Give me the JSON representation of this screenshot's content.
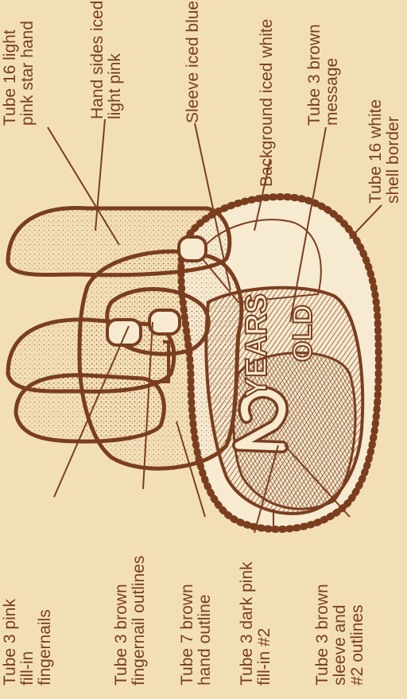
{
  "labels": {
    "tube16_light_pink": [
      "Tube 16 light",
      "pink star hand"
    ],
    "hand_sides": [
      "Hand sides iced",
      "light pink"
    ],
    "sleeve": [
      "Sleeve iced blue"
    ],
    "background": [
      "Background iced white"
    ],
    "tube3_message": [
      "Tube 3 brown",
      "message"
    ],
    "shell_border": [
      "Tube 16 white",
      "shell border"
    ],
    "pink_fingernails": [
      "Tube 3 pink",
      "fill-in",
      "fingernails"
    ],
    "fingernail_outlines": [
      "Tube 3 brown",
      "fingernail outlines"
    ],
    "hand_outline": [
      "Tube 7 brown",
      "hand outline"
    ],
    "dark_pink": [
      "Tube 3 dark pink",
      "fill-in #2"
    ],
    "sleeve_outlines": [
      "Tube 3 brown",
      "sleeve and",
      "#2 outlines"
    ]
  },
  "cake_message": {
    "line1": "YEARS",
    "line2": "OLD",
    "number": "2"
  },
  "colors": {
    "background": "#f2dfb8",
    "ink": "#7a3e1f",
    "fill": "#f6ead0"
  }
}
